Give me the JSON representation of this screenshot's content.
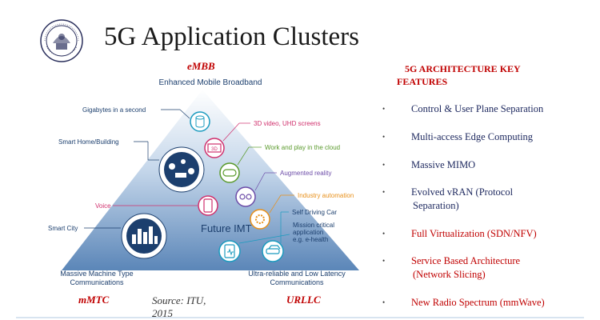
{
  "slide": {
    "title": "5G Application Clusters",
    "logo_name": "politecnico-milano-seal"
  },
  "diagram": {
    "top_label": "Enhanced Mobile Broadband",
    "center_label": "Future IMT",
    "bottom_left_label": [
      "Massive Machine Type",
      "Communications"
    ],
    "bottom_right_label": [
      "Ultra-reliable and Low Latency",
      "Communications"
    ],
    "use_cases": {
      "gigabytes": "Gigabytes in a second",
      "smart_home": "Smart Home/Building",
      "video": "3D video, UHD screens",
      "cloud": "Work and play in the cloud",
      "ar": "Augmented reality",
      "industry": "Industry automation",
      "voice": "Voice",
      "self_driving": "Self Driving Car",
      "smart_city": "Smart City",
      "mission": [
        "Mission critical",
        "application",
        "e.g. e-health"
      ]
    },
    "colors": {
      "triangle_top": "#ffffff",
      "triangle_bottom": "#5b86b8",
      "blue_text": "#1c3f6e",
      "teal": "#1b9bbf",
      "pink": "#d0306d",
      "green": "#5a9a2c",
      "purple": "#6c4ca8",
      "orange": "#e8901a"
    }
  },
  "tags": {
    "embb": "eMBB",
    "mmtc": "mMTC",
    "urllc": "URLLC"
  },
  "source": "Source: ITU, 2015",
  "features": {
    "title_line1": "5G ARCHITECTURE KEY",
    "title_line2": "FEATURES",
    "items": [
      {
        "text": "Control & User Plane Separation"
      },
      {
        "text": "Multi-access Edge Computing"
      },
      {
        "text": "Massive MIMO"
      },
      {
        "text": "Evolved vRAN (Protocol",
        "text2": "Separation)"
      },
      {
        "text": "Full Virtualization (SDN/NFV)"
      },
      {
        "text": "Service Based Architecture",
        "text2": "(Network Slicing)"
      },
      {
        "text": "New Radio Spectrum (mmWave)"
      }
    ],
    "bullet": "•",
    "blue_color": "#1f2a60",
    "red_color": "#c00000"
  }
}
